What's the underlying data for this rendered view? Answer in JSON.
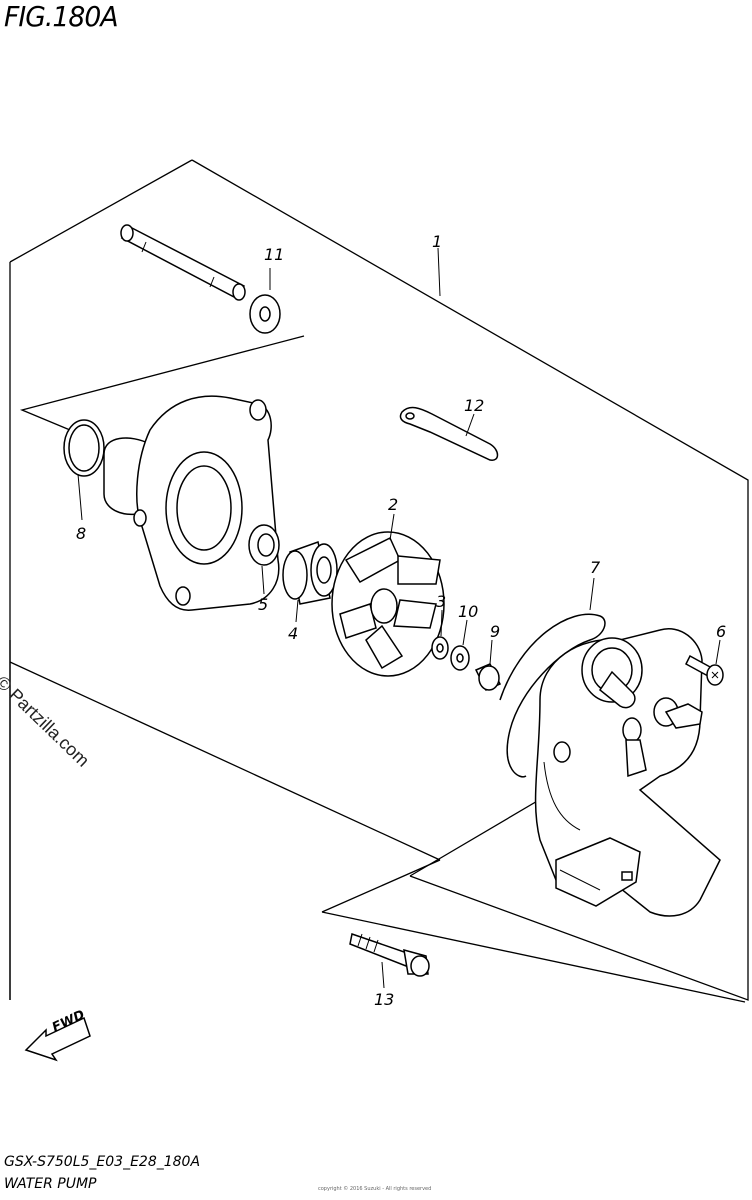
{
  "figure": {
    "title": "FIG.180A",
    "model_code": "GSX-S750L5_E03_E28_180A",
    "diagram_name": "WATER PUMP",
    "watermark": "© Partzilla.com",
    "fine_print": "copyright © 2016 Suzuki - All rights reserved",
    "fwd_label": "FWD"
  },
  "callouts": [
    {
      "id": "1",
      "label": "1"
    },
    {
      "id": "2",
      "label": "2"
    },
    {
      "id": "3",
      "label": "3"
    },
    {
      "id": "4",
      "label": "4"
    },
    {
      "id": "5",
      "label": "5"
    },
    {
      "id": "6",
      "label": "6"
    },
    {
      "id": "7",
      "label": "7"
    },
    {
      "id": "8",
      "label": "8"
    },
    {
      "id": "9",
      "label": "9"
    },
    {
      "id": "10",
      "label": "10"
    },
    {
      "id": "11",
      "label": "11"
    },
    {
      "id": "12",
      "label": "12"
    },
    {
      "id": "13",
      "label": "13"
    }
  ]
}
